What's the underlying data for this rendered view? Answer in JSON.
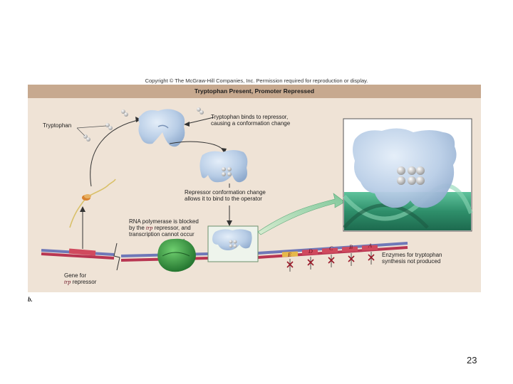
{
  "copyright": "Copyright © The McGraw-Hill Companies, Inc. Permission required for reproduction or display.",
  "figure": {
    "title": "Tryptophan Present, Promoter Repressed",
    "labels": {
      "tryptophan": "Tryptophan",
      "binds_line1": "Tryptophan binds to repressor,",
      "binds_line2": "causing a conformation change",
      "conf_line1": "Repressor conformation change",
      "conf_line2": "allows it to bind to the operator",
      "rnap_line1": "RNA polymerase is blocked",
      "rnap_line2_pre": "by the ",
      "rnap_line2_gene": "trp",
      "rnap_line2_post": " repressor, and",
      "rnap_line3": "transcription cannot occur",
      "gene_line1": "Gene for",
      "gene_line2_gene": "trp",
      "gene_line2_post": " repressor",
      "enzymes_line1": "Enzymes for tryptophan",
      "enzymes_line2": "synthesis not produced"
    },
    "gene_letters": [
      "E",
      "D",
      "C",
      "B",
      "A"
    ],
    "panel_letter": "b.",
    "colors": {
      "repressor": "#b8cde6",
      "dna_red": "#b83652",
      "dna_blue": "#6f78b8",
      "operator_green": "#3a9a73",
      "rna_polymerase": "#2f8f3f",
      "x_mark": "#9a1a2a"
    }
  },
  "page_number": "23"
}
